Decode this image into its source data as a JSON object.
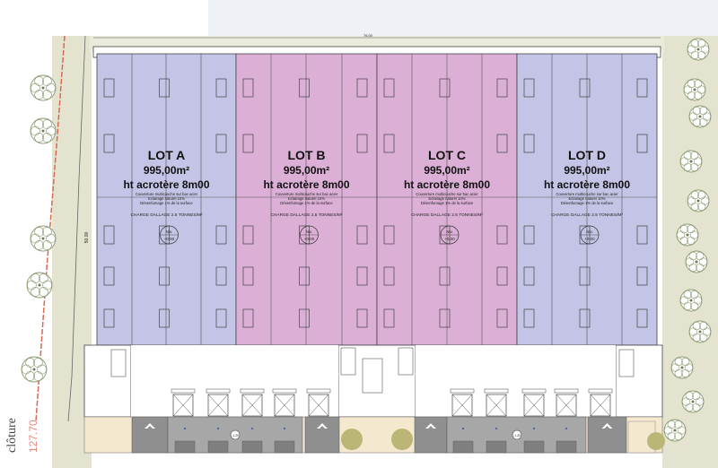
{
  "plan": {
    "colors": {
      "lot_blue": "#c4c4e6",
      "lot_pink": "#dcafd6",
      "grass": "#e3e3cf",
      "grey_strip": "#9b9b9b",
      "bay_yellow": "#f4e9cf",
      "line": "#444444",
      "red_boundary": "#d66a55",
      "backdrop": "#eef1f5"
    },
    "lots": [
      {
        "name": "LOT A",
        "area": "995,00m²",
        "height": "ht acrotère 8m00",
        "roof1": "Couverture multicouche sur bac acier",
        "roof2": "Eclairage naturel 10%",
        "roof3": "Désenfumage 1% de la surface",
        "charge": "CHARGE DALLAGE 2.5 TONNES/M²",
        "niv1": "Niv.",
        "niv2": "+0.00"
      },
      {
        "name": "LOT B",
        "area": "995,00m²",
        "height": "ht acrotère 8m00",
        "roof1": "Couverture multicouche sur bac acier",
        "roof2": "Eclairage naturel 10%",
        "roof3": "Désenfumage 1% de la surface",
        "charge": "CHARGE DALLAGE 2.5 TONNES/M²",
        "niv1": "Niv.",
        "niv2": "+0.00"
      },
      {
        "name": "LOT C",
        "area": "995,00m²",
        "height": "ht acrotère 8m00",
        "roof1": "Couverture multicouche sur bac acier",
        "roof2": "Eclairage naturel 10%",
        "roof3": "Désenfumage 1% de la surface",
        "charge": "CHARGE DALLAGE 2.5 TONNES/M²",
        "niv1": "Niv.",
        "niv2": "+0.00"
      },
      {
        "name": "LOT D",
        "area": "995,00m²",
        "height": "ht acrotère 8m00",
        "roof1": "Couverture multicouche sur bac acier",
        "roof2": "Eclairage naturel 10%",
        "roof3": "Désenfumage 1% de la surface",
        "charge": "CHARGE DALLAGE 2.5 TONNES/M²",
        "niv1": "Niv.",
        "niv2": "+0.00"
      }
    ],
    "cloture_label": "clôture",
    "boundary_elevation": "127.70",
    "dimension_vertical": "50.00",
    "dimension_top": "76.00",
    "ramp_level": "-1.20"
  }
}
